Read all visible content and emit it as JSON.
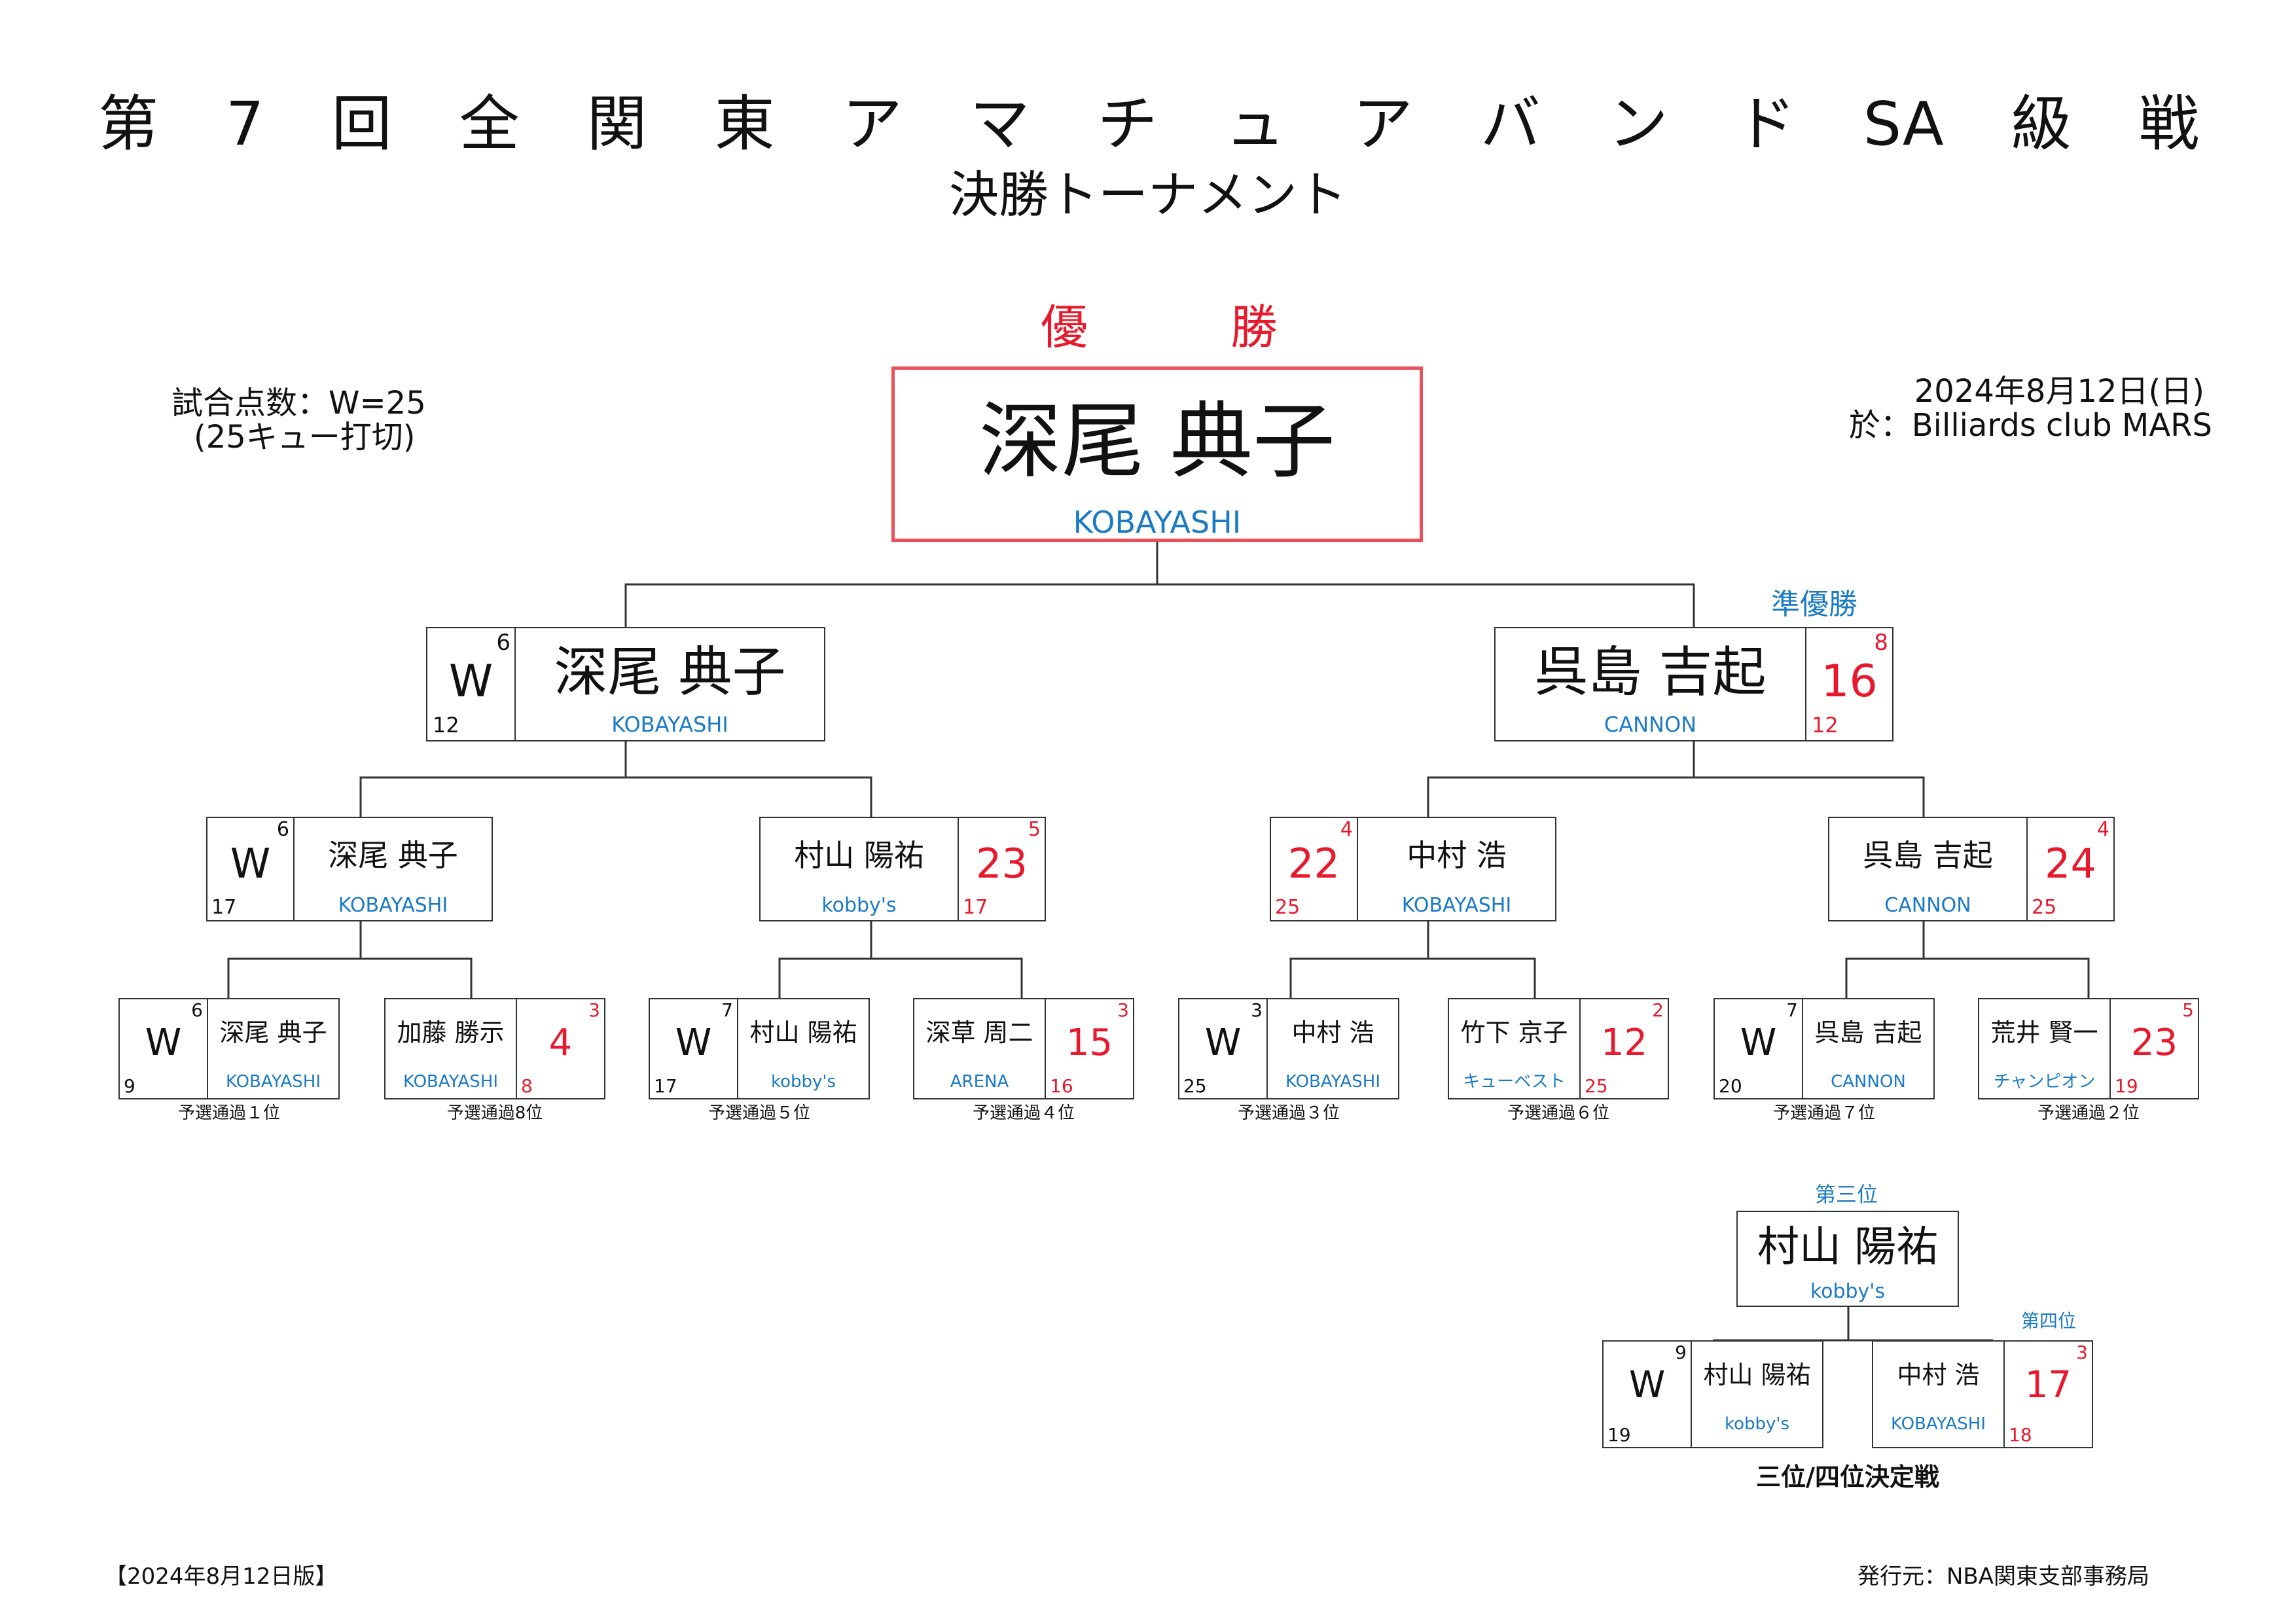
{
  "title_chars": [
    "第",
    "7",
    "回",
    "全",
    "関",
    "東",
    "ア",
    "マ",
    "チ",
    "ュ",
    "ア",
    "バ",
    "ン",
    "ド",
    "SA",
    "級",
    "戦"
  ],
  "subtitle": "決勝トーナメント",
  "champion_label": [
    "優",
    "勝"
  ],
  "rules": {
    "line1": "試合点数：W=25",
    "line2": "(25キュー打切)"
  },
  "event": {
    "date": "2024年8月12日(日)",
    "venue": "於：Billiards club MARS"
  },
  "champion": {
    "name": "深尾 典子",
    "club": "KOBAYASHI"
  },
  "final": {
    "runner_up_label": "準優勝",
    "left": {
      "name": "深尾 典子",
      "club": "KOBAYASHI",
      "score": "W",
      "handicap": "6",
      "innings": "12"
    },
    "right": {
      "name": "呉島 吉起",
      "club": "CANNON",
      "score": "16",
      "handicap": "8",
      "innings": "12"
    }
  },
  "semis": [
    {
      "name": "深尾 典子",
      "club": "KOBAYASHI",
      "score": "W",
      "handicap": "6",
      "innings": "17"
    },
    {
      "name": "村山 陽祐",
      "club": "kobby's",
      "score": "23",
      "handicap": "5",
      "innings": "17"
    },
    {
      "name": "中村 浩",
      "club": "KOBAYASHI",
      "score": "22",
      "handicap": "4",
      "innings": "25"
    },
    {
      "name": "呉島 吉起",
      "club": "CANNON",
      "score": "24",
      "handicap": "4",
      "innings": "25"
    }
  ],
  "round1": [
    {
      "name": "深尾 典子",
      "club": "KOBAYASHI",
      "score": "W",
      "handicap": "6",
      "innings": "9",
      "note": "予選通過１位"
    },
    {
      "name": "加藤 勝示",
      "club": "KOBAYASHI",
      "score": "4",
      "handicap": "3",
      "innings": "8",
      "note": "予選通過8位"
    },
    {
      "name": "村山 陽祐",
      "club": "kobby's",
      "score": "W",
      "handicap": "7",
      "innings": "17",
      "note": "予選通過５位"
    },
    {
      "name": "深草 周二",
      "club": "ARENA",
      "score": "15",
      "handicap": "3",
      "innings": "16",
      "note": "予選通過４位"
    },
    {
      "name": "中村 浩",
      "club": "KOBAYASHI",
      "score": "W",
      "handicap": "3",
      "innings": "25",
      "note": "予選通過３位"
    },
    {
      "name": "竹下 京子",
      "club": "キューベスト",
      "score": "12",
      "handicap": "2",
      "innings": "25",
      "note": "予選通過６位"
    },
    {
      "name": "呉島 吉起",
      "club": "CANNON",
      "score": "W",
      "handicap": "7",
      "innings": "20",
      "note": "予選通過７位"
    },
    {
      "name": "荒井 賢一",
      "club": "チャンピオン",
      "score": "23",
      "handicap": "5",
      "innings": "19",
      "note": "予選通過２位"
    }
  ],
  "third_place": {
    "label": "第三位",
    "winner": {
      "name": "村山 陽祐",
      "club": "kobby's"
    },
    "fourth_label": "第四位",
    "left": {
      "name": "村山 陽祐",
      "club": "kobby's",
      "score": "W",
      "handicap": "9",
      "innings": "19"
    },
    "right": {
      "name": "中村 浩",
      "club": "KOBAYASHI",
      "score": "17",
      "handicap": "3",
      "innings": "18"
    },
    "match_label": "三位/四位決定戦"
  },
  "footer": {
    "version": "【2024年8月12日版】",
    "publisher": "発行元：NBA関東支部事務局"
  }
}
